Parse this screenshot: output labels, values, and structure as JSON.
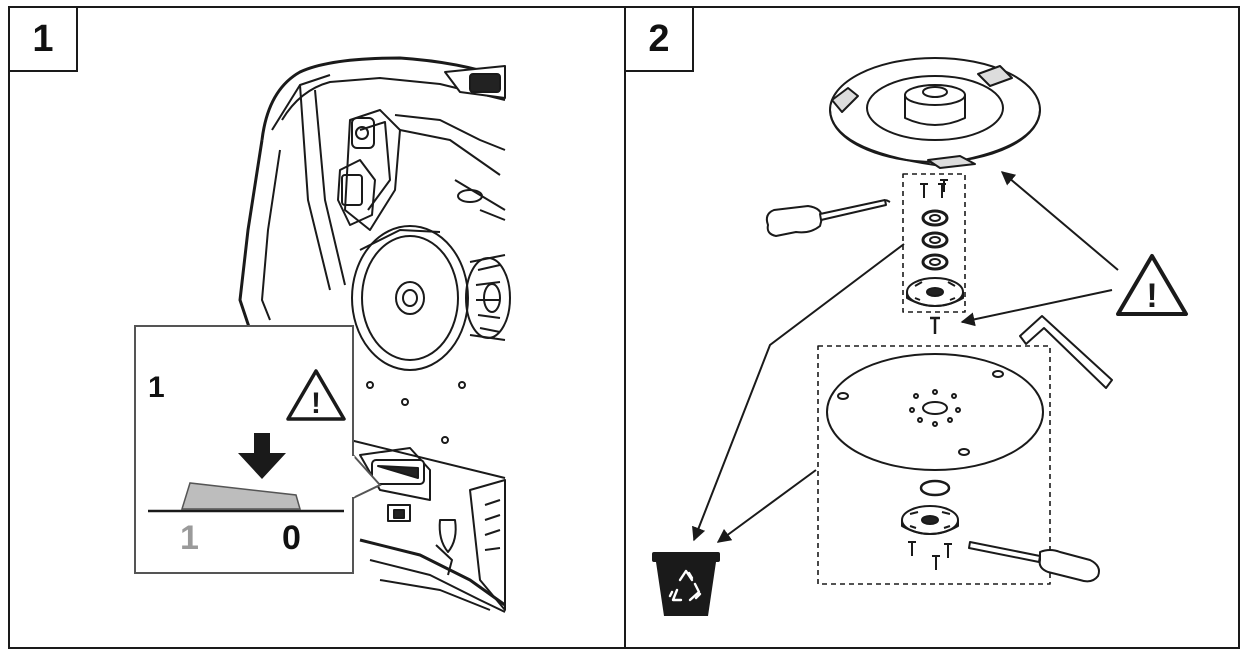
{
  "steps": {
    "step1_label": "1",
    "step2_label": "2"
  },
  "callout": {
    "step_label": "1",
    "switch_on_label": "1",
    "switch_off_label": "0"
  },
  "icons": [
    "warning-icon",
    "recycle-bin-icon",
    "screwdriver-icon",
    "allen-key-icon",
    "arrow-down-icon"
  ]
}
